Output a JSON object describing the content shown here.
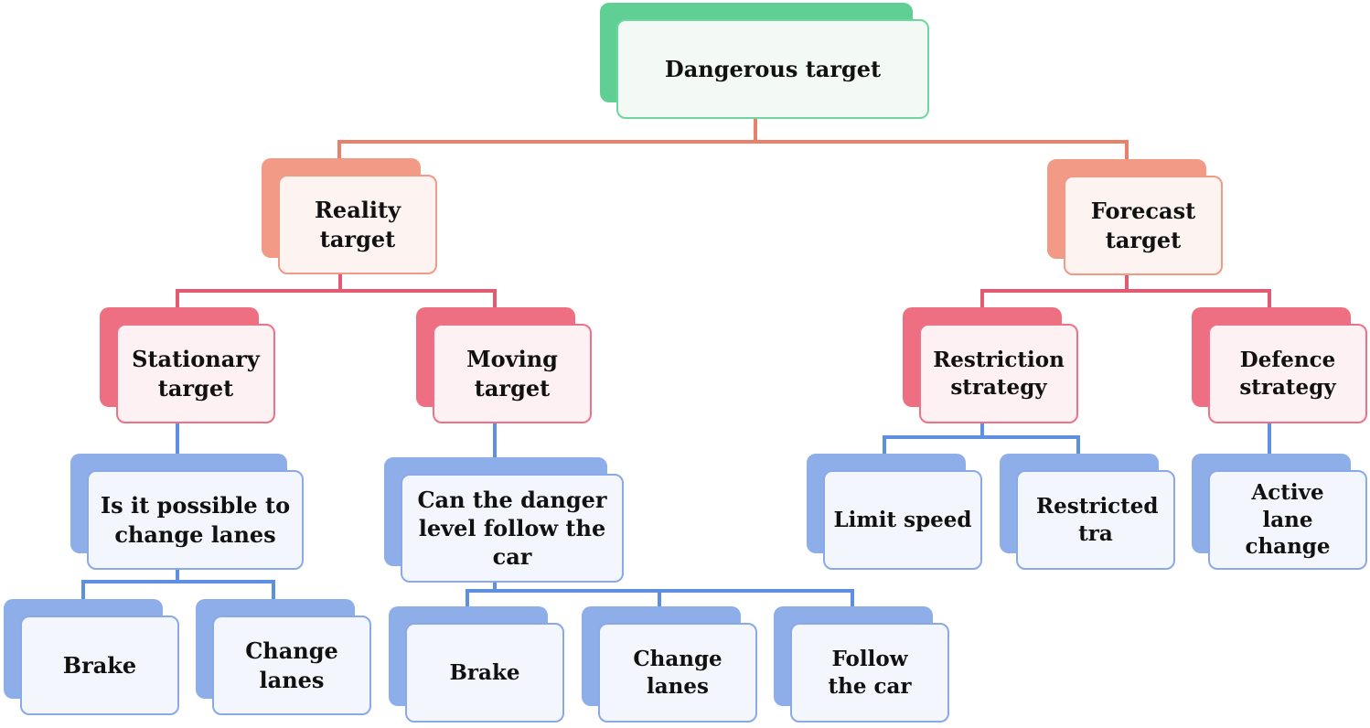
{
  "colors": {
    "green_shadow": "#5fcf93",
    "green_border": "#6fd6a0",
    "green_fill": "#f3faf6",
    "salmon_shadow": "#f29a85",
    "salmon_border": "#ee9b88",
    "salmon_fill": "#fdf3f1",
    "salmon_line": "#e8806a",
    "pink_shadow": "#ef6f82",
    "pink_border": "#ec7387",
    "pink_fill": "#fdf1f4",
    "pink_line": "#e35a73",
    "blue_shadow": "#8eaeea",
    "blue_border": "#8aa9e6",
    "blue_fill": "#f3f6fd",
    "blue_line": "#5f8fe0"
  },
  "nodes": {
    "root": "Dangerous target",
    "reality": "Reality target",
    "forecast": "Forecast target",
    "stationary": "Stationary target",
    "moving": "Moving target",
    "restriction": "Restriction strategy",
    "defence": "Defence strategy",
    "lane_possible": "Is it possible to change lanes",
    "danger_follow": "Can the danger level follow the car",
    "limit_speed": "Limit speed",
    "restricted_tra": "Restricted tra",
    "active_lane": "Active lane change",
    "brake_1": "Brake",
    "change_lanes_1": "Change lanes",
    "brake_2": "Brake",
    "change_lanes_2": "Change lanes",
    "follow_car": "Follow the car"
  }
}
